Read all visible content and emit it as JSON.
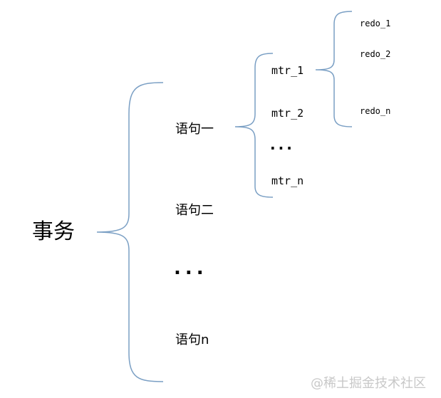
{
  "root": "事务",
  "statements": [
    "语句一",
    "语句二",
    "语句n"
  ],
  "statement_ellipsis": "...",
  "mtrs": [
    "mtr_1",
    "mtr_2",
    "mtr_n"
  ],
  "mtr_ellipsis": "...",
  "redos": [
    "redo_1",
    "redo_2",
    "redo_n"
  ],
  "watermark": "@稀土掘金技术社区",
  "colors": {
    "bracket": "#7a9fc4",
    "text": "#000000",
    "watermark": "#c8c8c8"
  }
}
